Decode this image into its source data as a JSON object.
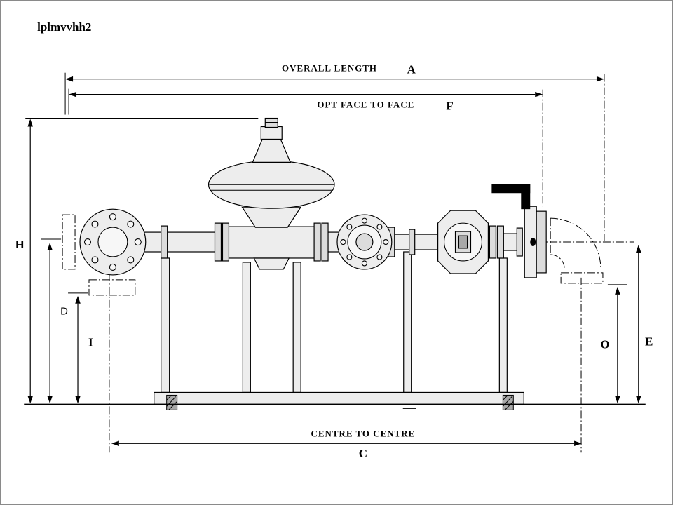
{
  "title": "lplmvvhh2",
  "dimensions": {
    "overall_length": {
      "label": "OVERALL LENGTH",
      "letter": "A"
    },
    "opt_face_to_face": {
      "label": "OPT FACE TO FACE",
      "letter": "F"
    },
    "centre_to_centre": {
      "label": "CENTRE TO CENTRE",
      "letter": "C"
    },
    "overall_height": {
      "letter": "H"
    },
    "inlet_centre_height": {
      "letter": "D"
    },
    "inlet_face_height": {
      "letter": "I"
    },
    "outlet_flange_height": {
      "letter": "O"
    },
    "outlet_centre_height": {
      "letter": "E"
    }
  },
  "colors": {
    "line": "#000000",
    "background": "#ffffff",
    "metal_light": "#ededed",
    "metal_mid": "#dcdcdc",
    "valve_handle": "#000000"
  }
}
